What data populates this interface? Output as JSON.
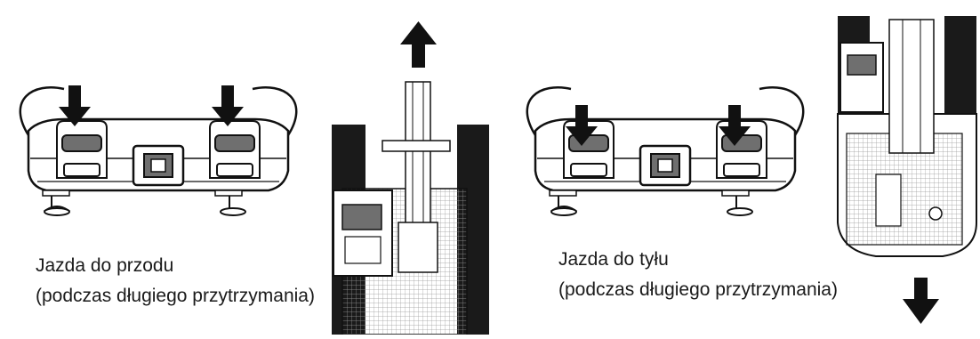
{
  "panels": [
    {
      "id": "forward",
      "caption_line1": "Jazda do przodu",
      "caption_line2": "(podczas długiego przytrzymania)",
      "direction": "forward"
    },
    {
      "id": "reverse",
      "caption_line1": "Jazda do tyłu",
      "caption_line2": "(podczas długiego przytrzymania)",
      "direction": "reverse"
    }
  ],
  "colors": {
    "ink": "#111111",
    "track": "#1a1a1a",
    "button_fill": "#6f6f6f",
    "body_fill": "#ffffff"
  }
}
